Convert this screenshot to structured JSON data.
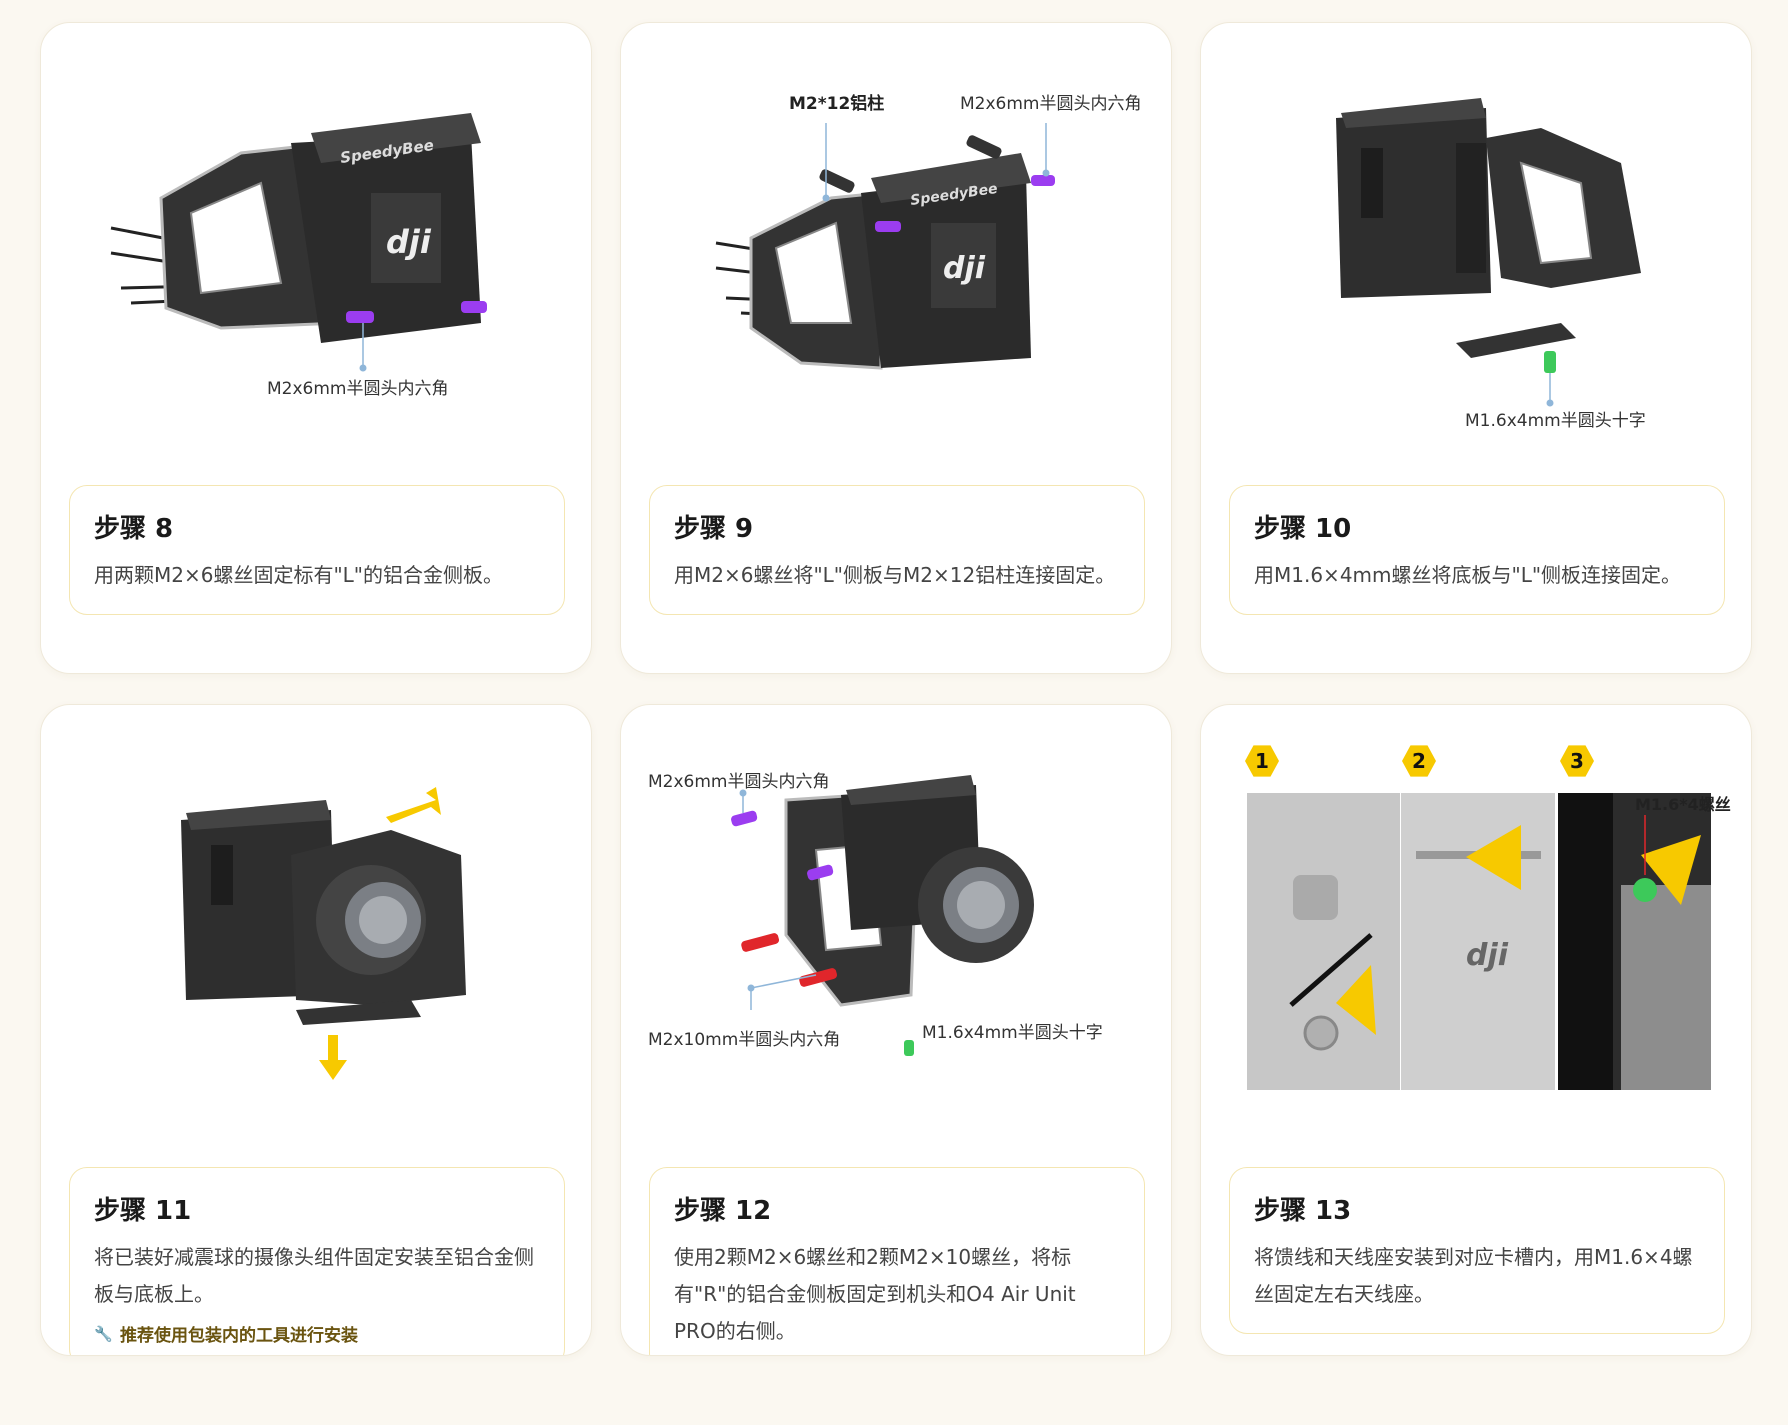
{
  "steps": [
    {
      "title": "步骤 8",
      "desc": "用两颗M2×6螺丝固定标有\"L\"的铝合金侧板。",
      "callouts": [
        "M2x6mm半圆头内六角"
      ],
      "logo_text": "SpeedyBee"
    },
    {
      "title": "步骤 9",
      "desc": "用M2×6螺丝将\"L\"侧板与M2×12铝柱连接固定。",
      "callouts": [
        "M2*12铝柱",
        "M2x6mm半圆头内六角"
      ],
      "logo_text": "SpeedyBee"
    },
    {
      "title": "步骤 10",
      "desc": "用M1.6×4mm螺丝将底板与\"L\"侧板连接固定。",
      "callouts": [
        "M1.6x4mm半圆头十字"
      ]
    },
    {
      "title": "步骤 11",
      "desc": "将已装好减震球的摄像头组件固定安装至铝合金侧板与底板上。",
      "tip": "推荐使用包装内的工具进行安装",
      "tip_icon": "wrench-icon"
    },
    {
      "title": "步骤 12",
      "desc": "使用2颗M2×6螺丝和2颗M2×10螺丝，将标有\"R\"的铝合金侧板固定到机头和O4 Air Unit PRO的右侧。",
      "callouts": [
        "M2x6mm半圆头内六角",
        "M2x10mm半圆头内六角",
        "M1.6x4mm半圆头十字"
      ]
    },
    {
      "title": "步骤 13",
      "desc": "将馈线和天线座安装到对应卡槽内，用M1.6×4螺丝固定左右天线座。",
      "badges": [
        "1",
        "2",
        "3"
      ],
      "callouts": [
        "M1.6*4螺丝"
      ]
    }
  ],
  "colors": {
    "background": "#fbf8f1",
    "card": "#ffffff",
    "textbox_border": "#f4e6b2",
    "accent_yellow": "#f7c900",
    "screw_purple": "#9b3df0",
    "screw_red": "#e0262b",
    "screw_green": "#3dc95a",
    "leader_line": "#8fb6d9"
  }
}
